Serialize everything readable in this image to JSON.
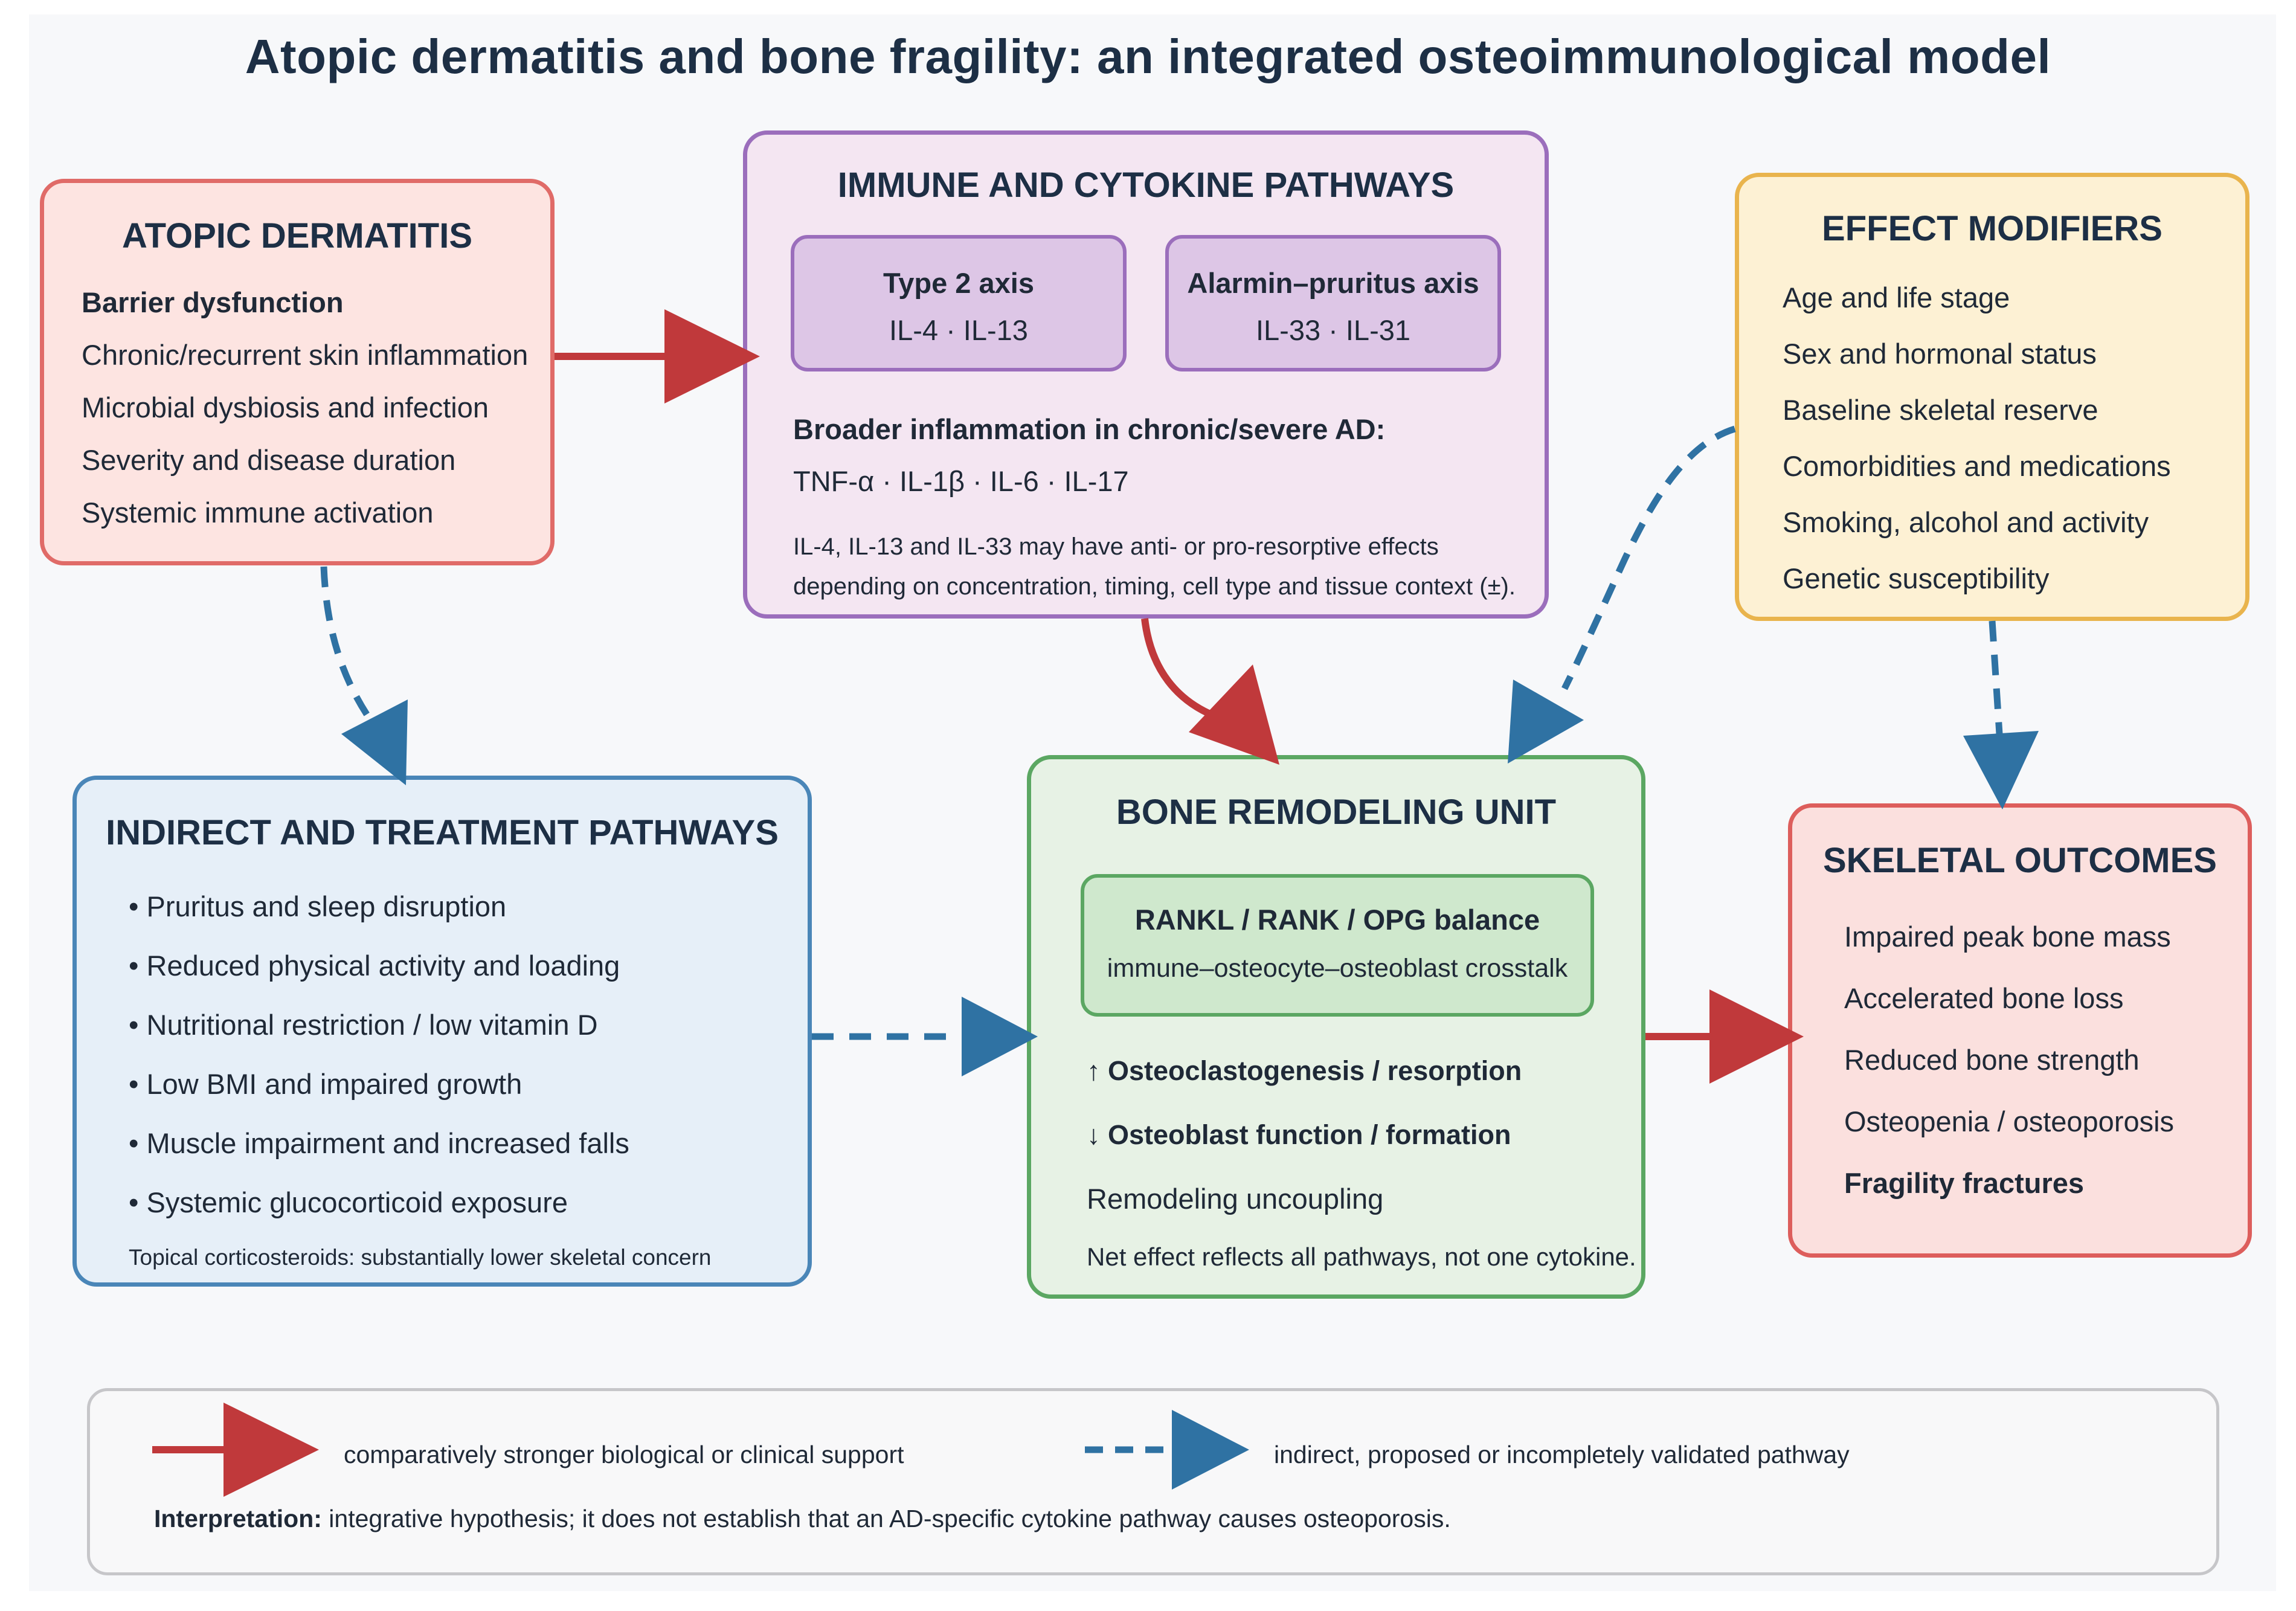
{
  "title": "Atopic dermatitis and bone fragility: an integrated osteoimmunological model",
  "atopic_dermatitis": {
    "title": "ATOPIC DERMATITIS",
    "items": [
      "Barrier dysfunction",
      "Chronic/recurrent skin inflammation",
      "Microbial dysbiosis and infection",
      "Severity and disease duration",
      "Systemic immune activation"
    ]
  },
  "immune": {
    "title": "IMMUNE AND CYTOKINE PATHWAYS",
    "type2": {
      "title": "Type 2 axis",
      "cytokines": "IL-4 · IL-13"
    },
    "alarmin": {
      "title": "Alarmin–pruritus axis",
      "cytokines": "IL-33 · IL-31"
    },
    "broader_title": "Broader inflammation in chronic/severe AD:",
    "broader_cytokines": "TNF-α · IL-1β · IL-6 · IL-17",
    "note_line1": "IL-4, IL-13 and IL-33 may have anti- or pro-resorptive effects",
    "note_line2": "depending on concentration, timing, cell type and tissue context (±)."
  },
  "modifiers": {
    "title": "EFFECT MODIFIERS",
    "items": [
      "Age and life stage",
      "Sex and hormonal status",
      "Baseline skeletal reserve",
      "Comorbidities and medications",
      "Smoking, alcohol and activity",
      "Genetic susceptibility"
    ]
  },
  "indirect": {
    "title": "INDIRECT AND TREATMENT PATHWAYS",
    "items": [
      "• Pruritus and sleep disruption",
      "• Reduced physical activity and loading",
      "• Nutritional restriction / low vitamin D",
      "• Low BMI and impaired growth",
      "• Muscle impairment and increased falls",
      "• Systemic glucocorticoid exposure"
    ],
    "note": "Topical corticosteroids: substantially lower skeletal concern"
  },
  "bone": {
    "title": "BONE REMODELING UNIT",
    "rankl_title": "RANKL / RANK / OPG balance",
    "rankl_sub": "immune–osteocyte–osteoblast crosstalk",
    "line1": "↑ Osteoclastogenesis / resorption",
    "line2": "↓ Osteoblast function / formation",
    "line3": "Remodeling uncoupling",
    "note": "Net effect reflects all pathways, not one cytokine."
  },
  "skeletal": {
    "title": "SKELETAL OUTCOMES",
    "items": [
      "Impaired peak bone mass",
      "Accelerated bone loss",
      "Reduced bone strength",
      "Osteopenia / osteoporosis"
    ],
    "final": "Fragility fractures"
  },
  "legend": {
    "solid_label": "comparatively stronger biological or clinical support",
    "dashed_label": "indirect, proposed or incompletely validated pathway",
    "interpretation_label": "Interpretation:",
    "interpretation_text": " integrative hypothesis; it does not establish that an AD-specific cytokine pathway causes osteoporosis."
  },
  "colors": {
    "solid_arrow": "#c0393b",
    "dashed_arrow": "#2f72a3"
  }
}
